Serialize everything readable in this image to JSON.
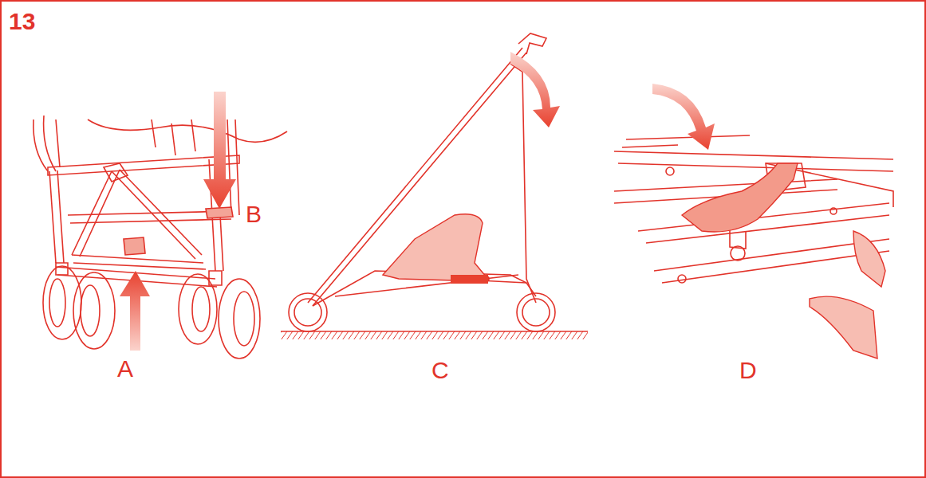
{
  "diagram": {
    "title": "13",
    "labels": [
      "A",
      "B",
      "C",
      "D"
    ]
  }
}
